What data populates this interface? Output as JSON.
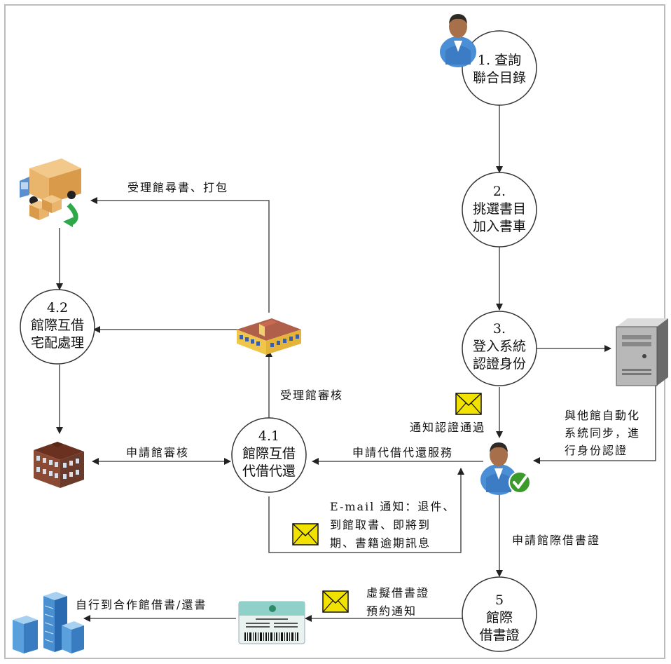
{
  "nodes": {
    "step1": {
      "lines": [
        "1. 查詢",
        "聯合目錄"
      ]
    },
    "step2": {
      "lines": [
        "2.",
        "挑選書目",
        "加入書車"
      ]
    },
    "step3": {
      "lines": [
        "3.",
        "登入系統",
        "認證身份"
      ]
    },
    "step41": {
      "lines": [
        "4.1",
        "館際互借",
        "代借代還"
      ]
    },
    "step42": {
      "lines": [
        "4.2",
        "館際互借",
        "宅配處理"
      ]
    },
    "step5": {
      "lines": [
        "5",
        "館際",
        "借書證"
      ]
    }
  },
  "labels": {
    "lender_find_pack": "受理館尋書、打包",
    "lender_review": "受理館審核",
    "notify_auth_passed": "通知認證通過",
    "sync_auth": [
      "與他館自動化",
      "系統同步，進",
      "行身份認證"
    ],
    "applicant_review": "申請館審核",
    "apply_proxy_service": "申請代借代還服務",
    "email_notice": [
      "E-mail 通知：退件、",
      "到館取書、即將到",
      "期、書籍逾期訊息"
    ],
    "apply_ill_card": "申請館際借書證",
    "virtual_card_notice": [
      "虛擬借書證",
      "預約通知"
    ],
    "self_borrow_return": "自行到合作館借書/還書"
  },
  "icons": [
    "user-icon",
    "verified-user-icon",
    "delivery-truck-icon",
    "lending-library-building-icon",
    "applicant-library-building-icon",
    "server-icon",
    "partner-library-building-icon",
    "library-card-icon",
    "email-envelope-icon"
  ],
  "colors": {
    "line": "#333333",
    "envelope": "#f2e200",
    "check": "#3a9a2a",
    "frame": "#bdbdbd"
  }
}
